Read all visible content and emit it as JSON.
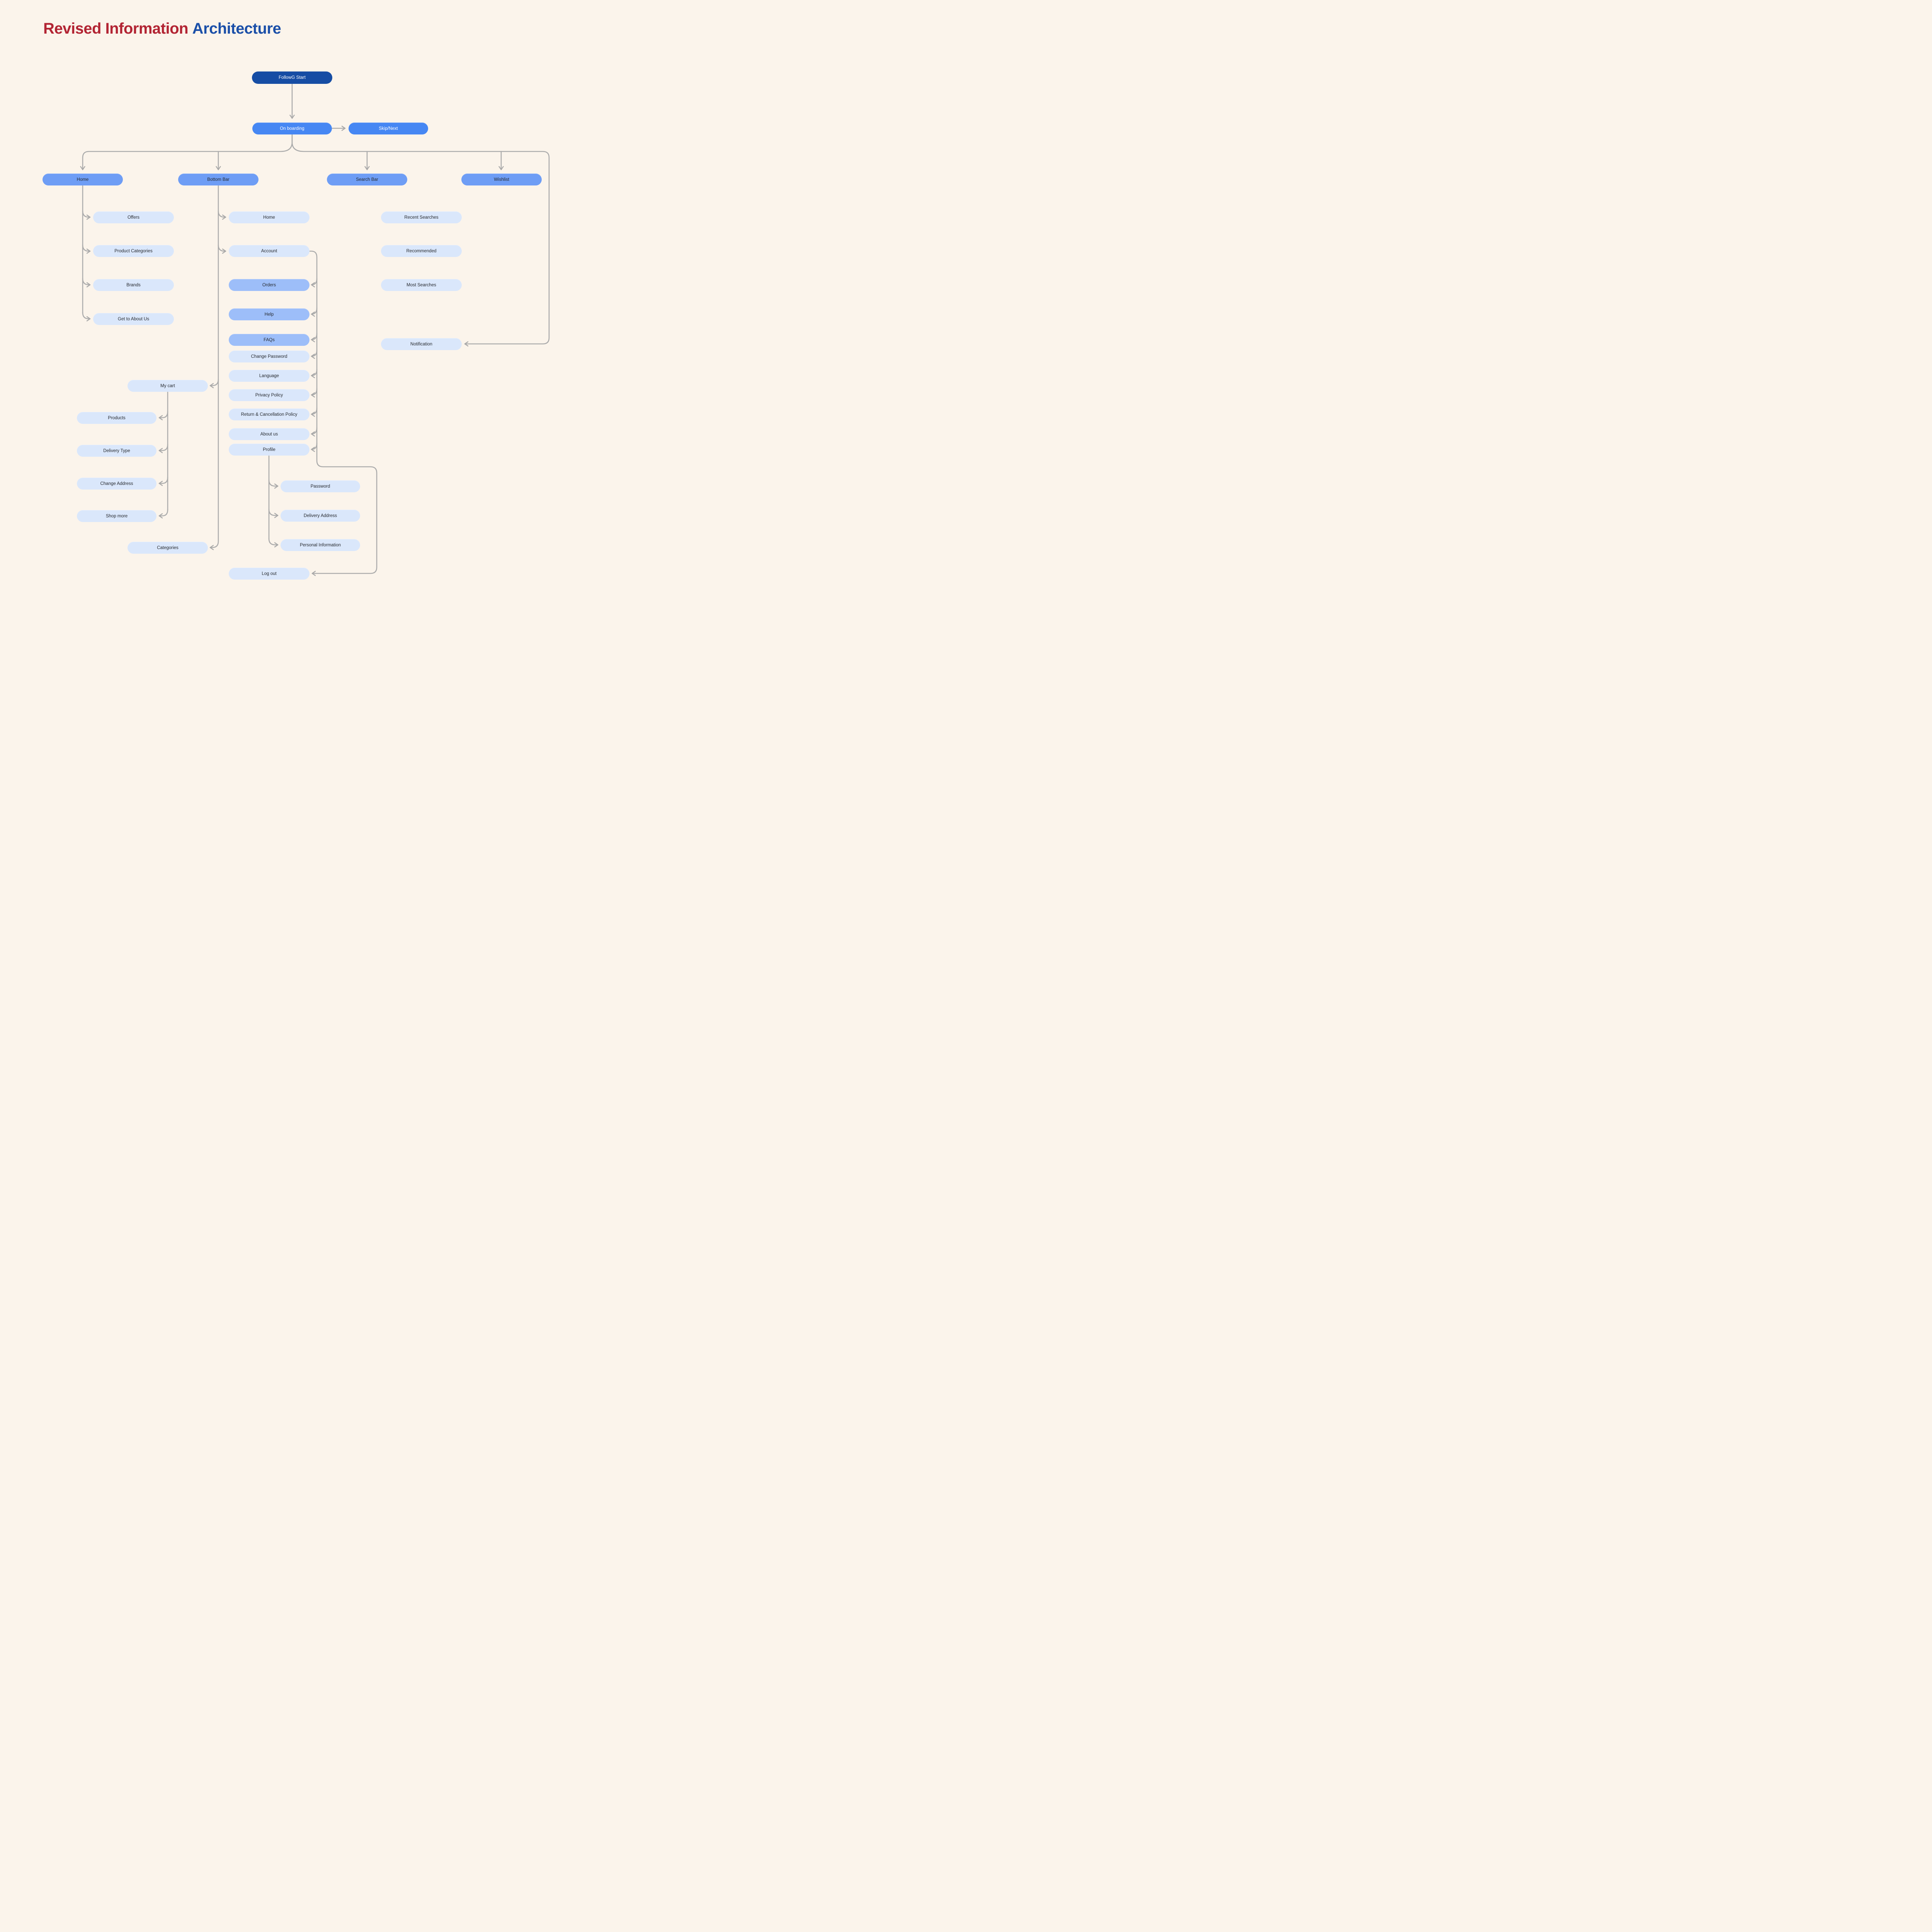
{
  "title": {
    "part1": "Revised Information",
    "part2": "Architecture"
  },
  "colors": {
    "background": "#fbf4eb",
    "title_red": "#b22433",
    "title_blue": "#1b4fa8",
    "node_dark_blue": "#164da4",
    "node_medium_blue": "#4687f3",
    "node_branch_blue": "#6e9df5",
    "node_midlight_blue": "#9dbef9",
    "node_light_blue": "#dae7fb",
    "connector_gray": "#acacac"
  },
  "nodes": {
    "start": {
      "label": "FollowG Start"
    },
    "onboarding": {
      "label": "On boarding"
    },
    "skip": {
      "label": "Skip/Next"
    },
    "home": {
      "label": "Home"
    },
    "bottom_bar": {
      "label": "Bottom Bar"
    },
    "search_bar": {
      "label": "Search Bar"
    },
    "wishlist": {
      "label": "Wishlist"
    },
    "offers": {
      "label": "Offers"
    },
    "product_categories": {
      "label": "Product Categories"
    },
    "brands": {
      "label": "Brands"
    },
    "get_to_about_us": {
      "label": "Get to About Us"
    },
    "bb_home": {
      "label": "Home"
    },
    "account": {
      "label": "Account"
    },
    "orders": {
      "label": "Orders"
    },
    "help": {
      "label": "Help"
    },
    "faqs": {
      "label": "FAQs"
    },
    "change_password": {
      "label": "Change Password"
    },
    "language": {
      "label": "Language"
    },
    "privacy_policy": {
      "label": "Privacy Policy"
    },
    "return_cancellation": {
      "label": "Return & Cancellation Policy"
    },
    "about_us": {
      "label": "About us"
    },
    "profile": {
      "label": "Profile"
    },
    "recent_searches": {
      "label": "Recent Searches"
    },
    "recommended": {
      "label": "Recommended"
    },
    "most_searches": {
      "label": "Most Searches"
    },
    "notification": {
      "label": "Notification"
    },
    "my_cart": {
      "label": "My cart"
    },
    "products": {
      "label": "Products"
    },
    "delivery_type": {
      "label": "Delivery Type"
    },
    "change_address": {
      "label": "Change Address"
    },
    "shop_more": {
      "label": "Shop more"
    },
    "categories": {
      "label": "Categories"
    },
    "password": {
      "label": "Password"
    },
    "delivery_address": {
      "label": "Delivery Address"
    },
    "personal_information": {
      "label": "Personal Information"
    },
    "log_out": {
      "label": "Log out"
    }
  }
}
